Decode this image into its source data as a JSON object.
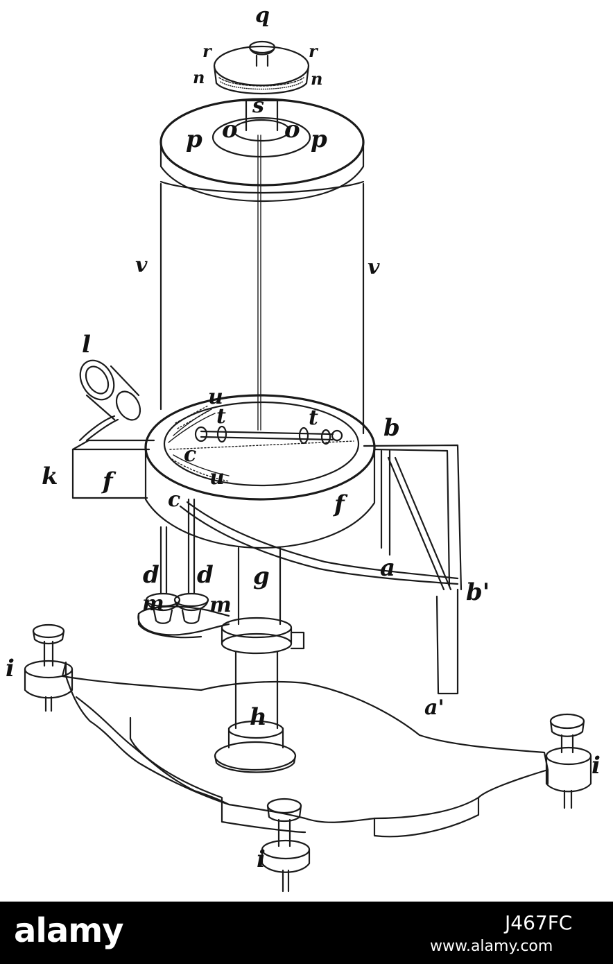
{
  "labels": {
    "q": "q",
    "r": "r",
    "n": "n",
    "s": "s",
    "o": "o",
    "p": "p",
    "v": "v",
    "l": "l",
    "u": "u",
    "t": "t",
    "b": "b",
    "c": "c",
    "k": "k",
    "f": "f",
    "d": "d",
    "a": "a",
    "g": "g",
    "m": "m",
    "b_prime": "b'",
    "i": "i",
    "a_prime": "a'",
    "h": "h"
  },
  "footer": {
    "watermark": "alamy",
    "image_id": "J467FC",
    "url": "www.alamy.com"
  },
  "colors": {
    "ink": "#1a1a1a",
    "paper": "#ffffff",
    "footer_bg": "#000000",
    "footer_text": "#ffffff"
  }
}
